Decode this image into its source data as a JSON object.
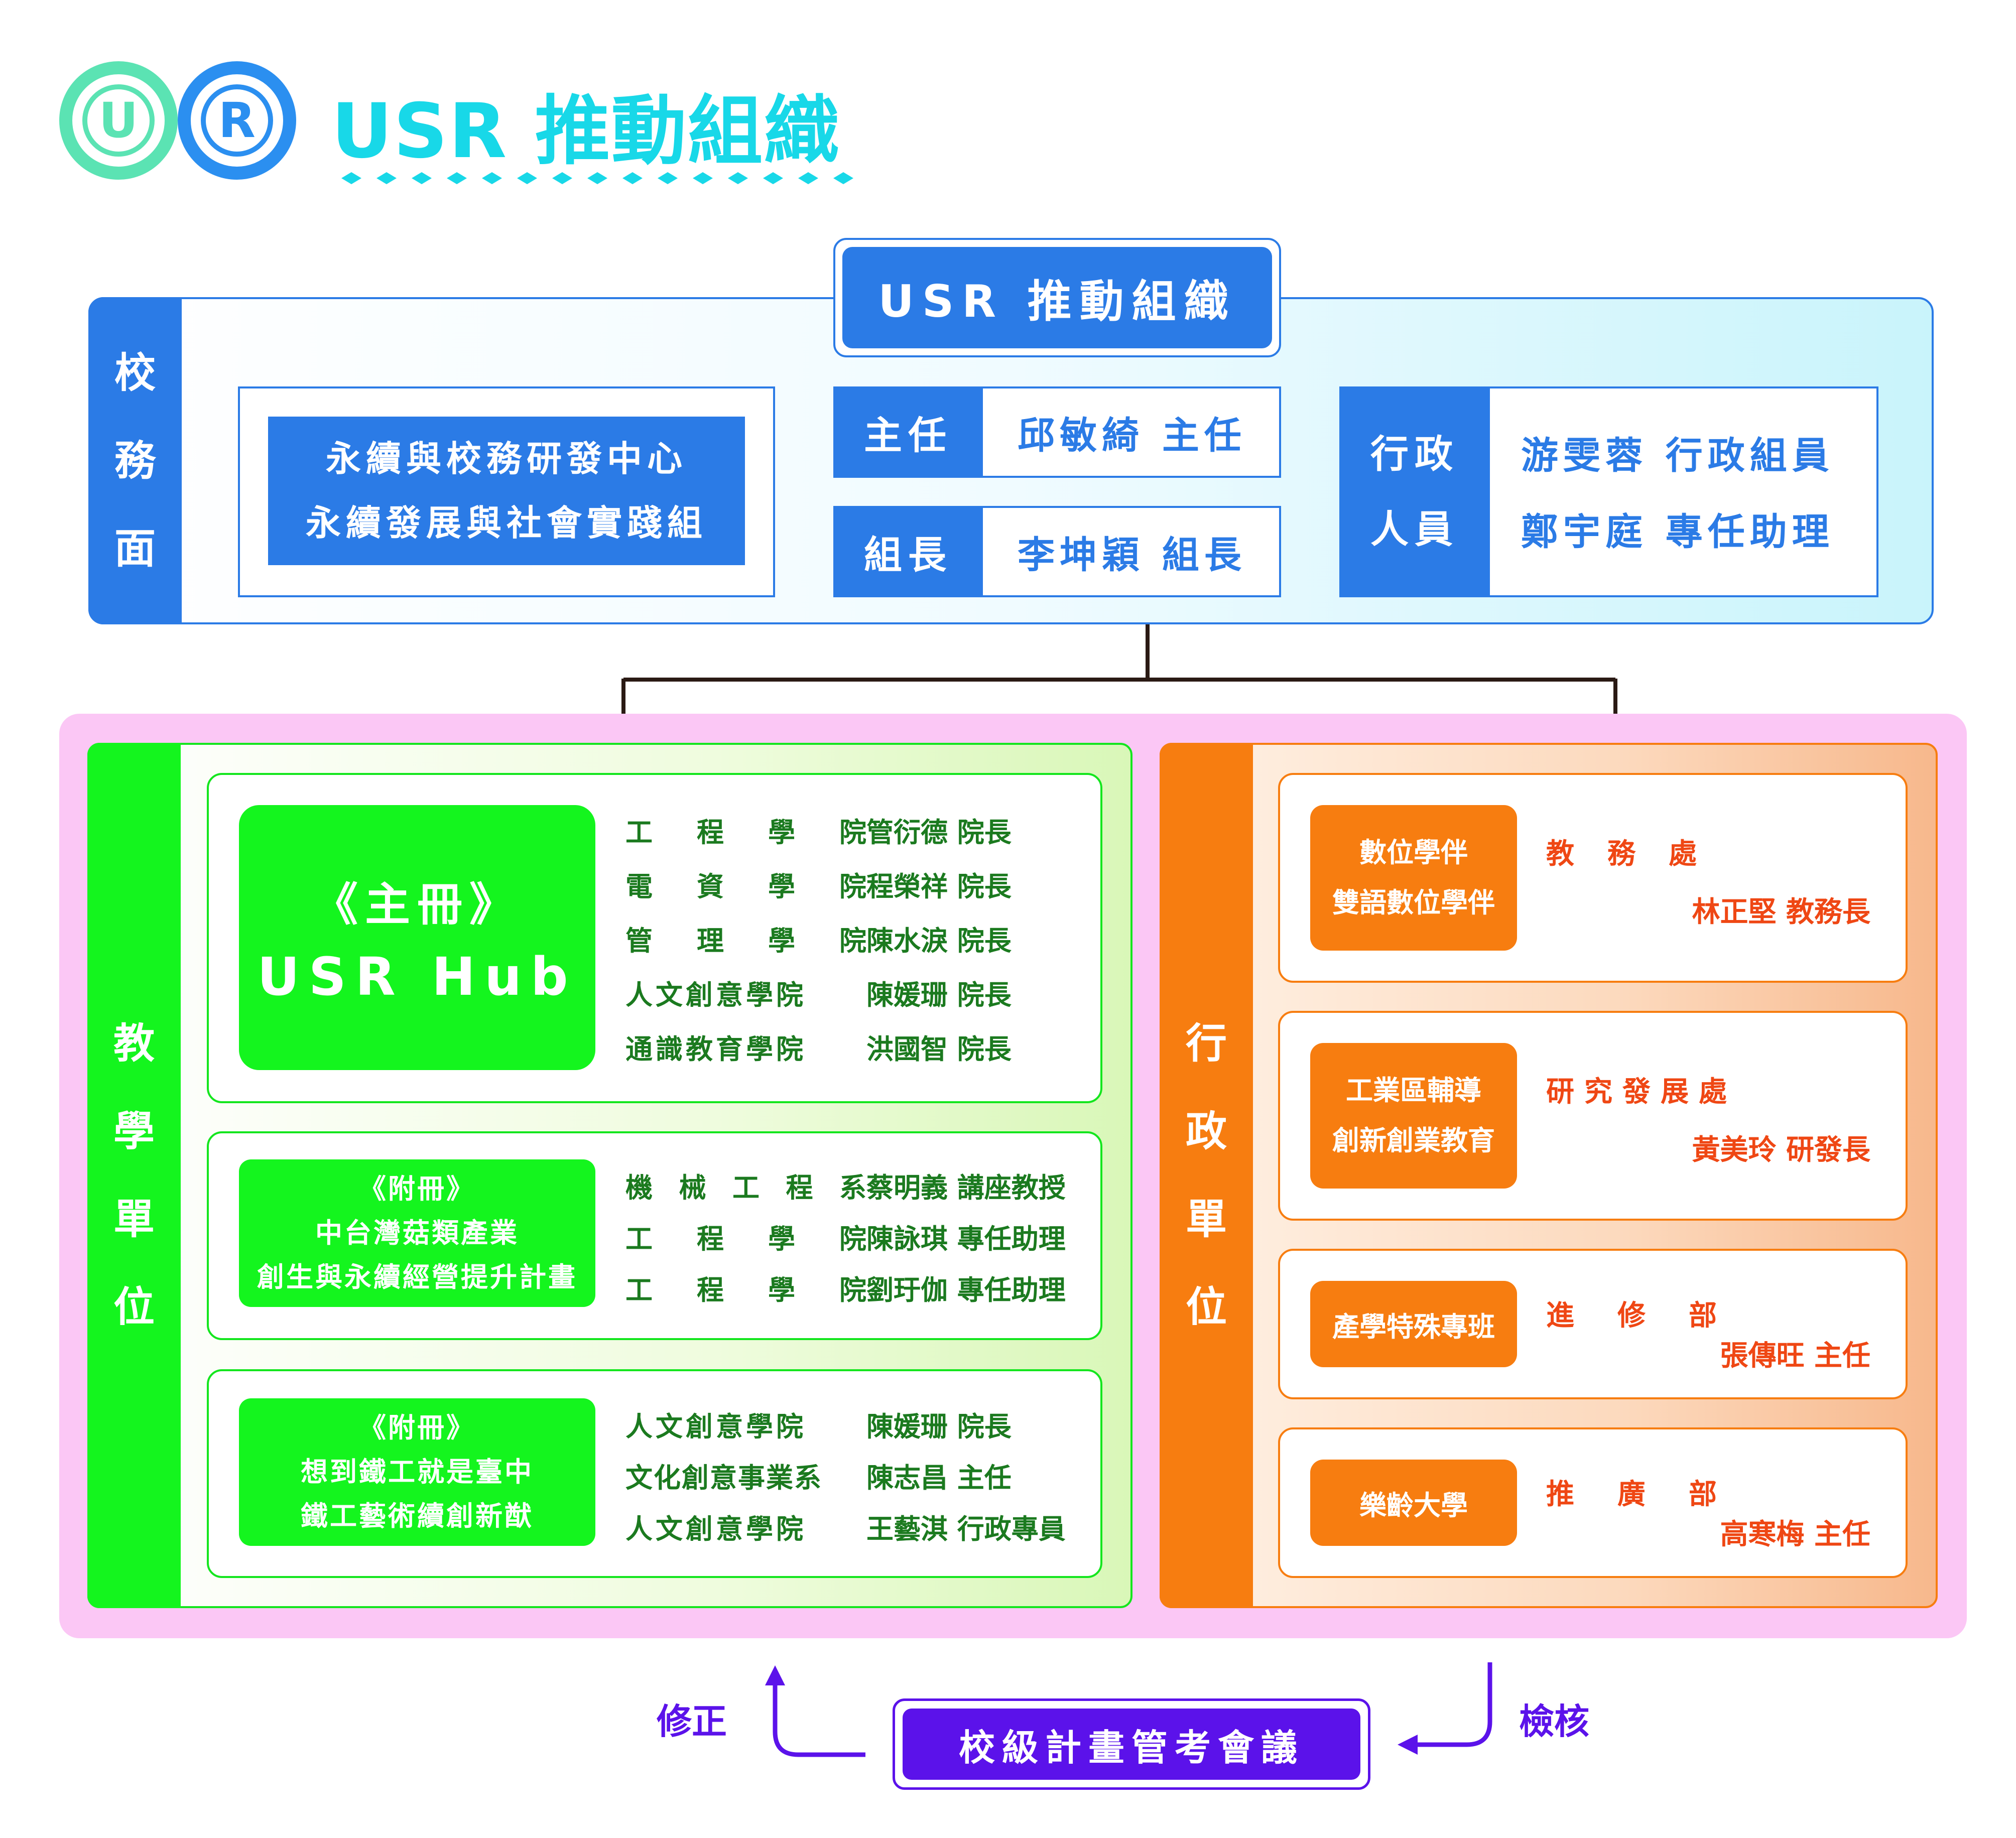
{
  "logo": {
    "letter_left": "U",
    "letter_right": "R",
    "color_left": "#5be3b3",
    "color_right": "#2b8ff0"
  },
  "title": "USR 推動組織",
  "colors": {
    "cyan": "#18d8e8",
    "blue": "#2b7be6",
    "green": "#14f51e",
    "orange": "#f77d10",
    "pink": "#fbc7f5",
    "purple": "#5b12ea",
    "red_text": "#ef4714"
  },
  "top": {
    "header": "USR 推動組織",
    "side_label": [
      "校",
      "務",
      "面"
    ],
    "center": {
      "line1": "永續與校務研發中心",
      "line2": "永續發展與社會實踐組"
    },
    "director": {
      "role": "主任",
      "name": "邱敏綺 主任"
    },
    "leader": {
      "role": "組長",
      "name": "李坤穎 組長"
    },
    "admin": {
      "role_line1": "行政",
      "role_line2": "人員",
      "person1": "游雯蓉 行政組員",
      "person2": "鄭宇庭 專任助理"
    }
  },
  "teaching": {
    "side_label": [
      "教",
      "學",
      "單",
      "位"
    ],
    "main": {
      "line1": "《主冊》",
      "line2": "USR Hub",
      "rows": [
        {
          "unit": [
            "工",
            "程",
            "學",
            "院"
          ],
          "name": "管衍德 院長"
        },
        {
          "unit": [
            "電",
            "資",
            "學",
            "院"
          ],
          "name": "程榮祥 院長"
        },
        {
          "unit": [
            "管",
            "理",
            "學",
            "院"
          ],
          "name": "陳水淚 院長"
        },
        {
          "unit": [
            "人文創意學院"
          ],
          "name": "陳媛珊 院長"
        },
        {
          "unit": [
            "通識教育學院"
          ],
          "name": "洪國智 院長"
        }
      ]
    },
    "annex1": {
      "line1": "《附冊》",
      "line2": "中台灣菇類產業",
      "line3": "創生與永續經營提升計畫",
      "rows": [
        {
          "unit": [
            "機",
            "械",
            "工",
            "程",
            "系"
          ],
          "name": "蔡明義 講座教授"
        },
        {
          "unit": [
            "工",
            "程",
            "學",
            "院"
          ],
          "name": "陳詠琪 專任助理"
        },
        {
          "unit": [
            "工",
            "程",
            "學",
            "院"
          ],
          "name": "劉玗伽 專任助理"
        }
      ]
    },
    "annex2": {
      "line1": "《附冊》",
      "line2": "想到鐵工就是臺中",
      "line3": "鐵工藝術續創新猷",
      "rows": [
        {
          "unit": [
            "人文創意學院"
          ],
          "name": "陳媛珊 院長"
        },
        {
          "unit": [
            "文化創意事業系"
          ],
          "name": "陳志昌 主任"
        },
        {
          "unit": [
            "人文創意學院"
          ],
          "name": "王藝淇 行政專員"
        }
      ]
    }
  },
  "admin_units": {
    "side_label": [
      "行",
      "政",
      "單",
      "位"
    ],
    "items": [
      {
        "box": [
          "數位學伴",
          "雙語數位學伴"
        ],
        "office": [
          "教",
          "務",
          "處"
        ],
        "person": "林正堅 教務長"
      },
      {
        "box": [
          "工業區輔導",
          "創新創業教育"
        ],
        "office": [
          "研",
          "究",
          "發",
          "展",
          "處"
        ],
        "person": "黃美玲 研發長"
      },
      {
        "box": [
          "產學特殊專班"
        ],
        "office": [
          "進",
          "修",
          "部"
        ],
        "person": "張傳旺 主任"
      },
      {
        "box": [
          "樂齡大學"
        ],
        "office": [
          "推",
          "廣",
          "部"
        ],
        "person": "高寒梅 主任"
      }
    ]
  },
  "bottom": {
    "meeting": "校級計畫管考會議",
    "left_label": "修正",
    "right_label": "檢核"
  }
}
